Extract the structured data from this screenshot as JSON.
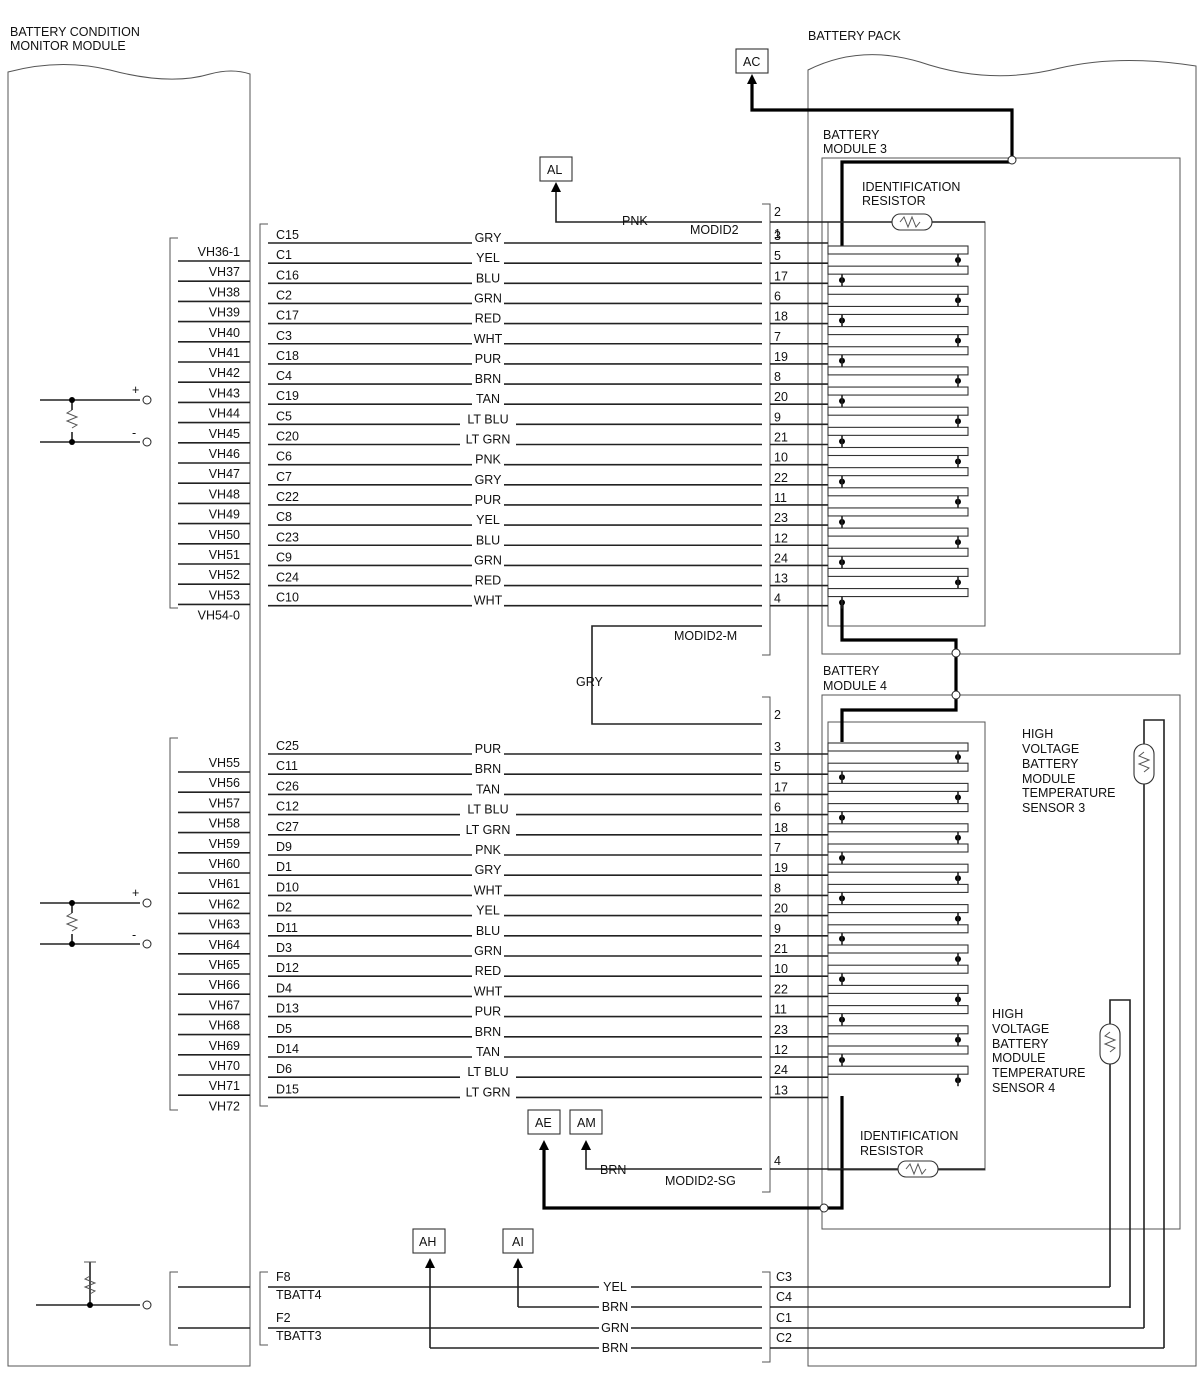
{
  "headers": {
    "bcm": [
      "BATTERY CONDITION",
      "MONITOR MODULE"
    ],
    "pack": "BATTERY PACK"
  },
  "connectors": [
    "AC",
    "AL",
    "AE",
    "AM",
    "AH",
    "AI"
  ],
  "module3": {
    "title": [
      "BATTERY",
      "MODULE 3"
    ],
    "id_resistor": [
      "IDENTIFICATION",
      "RESISTOR"
    ],
    "modid_top": "MODID2",
    "modid_bottom": "MODID2-M",
    "pnk_wire": "PNK",
    "pin_top": "2",
    "pin_top2": "1",
    "vh": [
      "VH36-1",
      "VH37",
      "VH38",
      "VH39",
      "VH40",
      "VH41",
      "VH42",
      "VH43",
      "VH44",
      "VH45",
      "VH46",
      "VH47",
      "VH48",
      "VH49",
      "VH50",
      "VH51",
      "VH52",
      "VH53",
      "VH54-0"
    ],
    "cpin": [
      "C15",
      "C1",
      "C16",
      "C2",
      "C17",
      "C3",
      "C18",
      "C4",
      "C19",
      "C5",
      "C20",
      "C6",
      "C7",
      "C22",
      "C8",
      "C23",
      "C9",
      "C24",
      "C10"
    ],
    "colors": [
      "GRY",
      "YEL",
      "BLU",
      "GRN",
      "RED",
      "WHT",
      "PUR",
      "BRN",
      "TAN",
      "LT BLU",
      "LT GRN",
      "PNK",
      "GRY",
      "PUR",
      "YEL",
      "BLU",
      "GRN",
      "RED",
      "WHT"
    ],
    "pins": [
      "3",
      "5",
      "17",
      "6",
      "18",
      "7",
      "19",
      "8",
      "20",
      "9",
      "21",
      "10",
      "22",
      "11",
      "23",
      "12",
      "24",
      "13",
      "4"
    ]
  },
  "link_wire": "GRY",
  "module4": {
    "title": [
      "BATTERY",
      "MODULE 4"
    ],
    "id_resistor": [
      "IDENTIFICATION",
      "RESISTOR"
    ],
    "modid_sg": "MODID2-SG",
    "brn_wire": "BRN",
    "pin_top": "2",
    "pin_bottom": "4",
    "vh": [
      "VH55",
      "VH56",
      "VH57",
      "VH58",
      "VH59",
      "VH60",
      "VH61",
      "VH62",
      "VH63",
      "VH64",
      "VH65",
      "VH66",
      "VH67",
      "VH68",
      "VH69",
      "VH70",
      "VH71",
      "VH72"
    ],
    "cpin": [
      "C25",
      "C11",
      "C26",
      "C12",
      "C27",
      "D9",
      "D1",
      "D10",
      "D2",
      "D11",
      "D3",
      "D12",
      "D4",
      "D13",
      "D5",
      "D14",
      "D6",
      "D15"
    ],
    "colors": [
      "PUR",
      "BRN",
      "TAN",
      "LT BLU",
      "LT GRN",
      "PNK",
      "GRY",
      "WHT",
      "YEL",
      "BLU",
      "GRN",
      "RED",
      "WHT",
      "PUR",
      "BRN",
      "TAN",
      "LT BLU",
      "LT GRN"
    ],
    "pins": [
      "3",
      "5",
      "17",
      "6",
      "18",
      "7",
      "19",
      "8",
      "20",
      "9",
      "21",
      "10",
      "22",
      "11",
      "23",
      "12",
      "24",
      "13"
    ]
  },
  "sensor3": [
    "HIGH",
    "VOLTAGE",
    "BATTERY",
    "MODULE",
    "TEMPERATURE",
    "SENSOR 3"
  ],
  "sensor4": [
    "HIGH",
    "VOLTAGE",
    "BATTERY",
    "MODULE",
    "TEMPERATURE",
    "SENSOR 4"
  ],
  "temp": {
    "left": [
      "F8",
      "TBATT4",
      "F2",
      "TBATT3"
    ],
    "colors": [
      "YEL",
      "BRN",
      "GRN",
      "BRN"
    ],
    "pins": [
      "C3",
      "C4",
      "C1",
      "C2"
    ]
  },
  "signs": [
    "+",
    "-"
  ]
}
